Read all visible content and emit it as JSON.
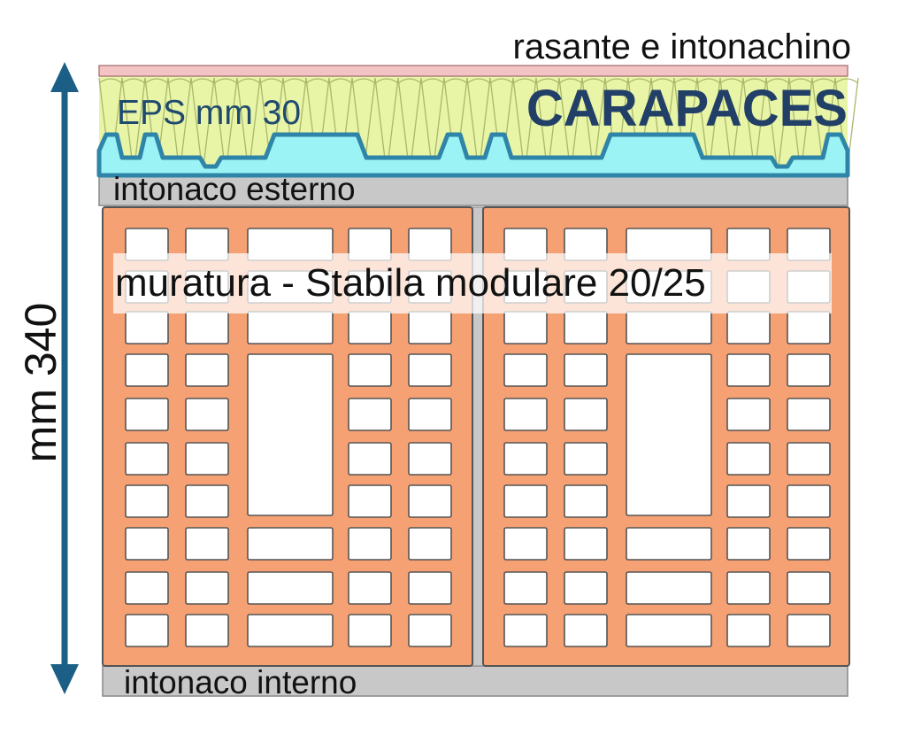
{
  "labels": {
    "top_finish": "rasante e intonachino",
    "insulation": "EPS mm 30",
    "brand": "CARAPACES",
    "external_plaster": "intonaco esterno",
    "masonry": "muratura - Stabila modulare 20/25",
    "internal_plaster": "intonaco interno",
    "dimension": "mm 340"
  },
  "colors": {
    "finish_layer": "#f4c3c4",
    "eps": "#e8f4a6",
    "eps_lines": "#a8b86c",
    "panel": "#9cf3f6",
    "panel_stroke": "#2f85a7",
    "plaster": "#c8c8c8",
    "brick": "#f5a173",
    "brick_stroke": "#555555",
    "dimension_arrow": "#1b5f86",
    "brand_text": "#213f67",
    "label_band": "#ffffff"
  }
}
